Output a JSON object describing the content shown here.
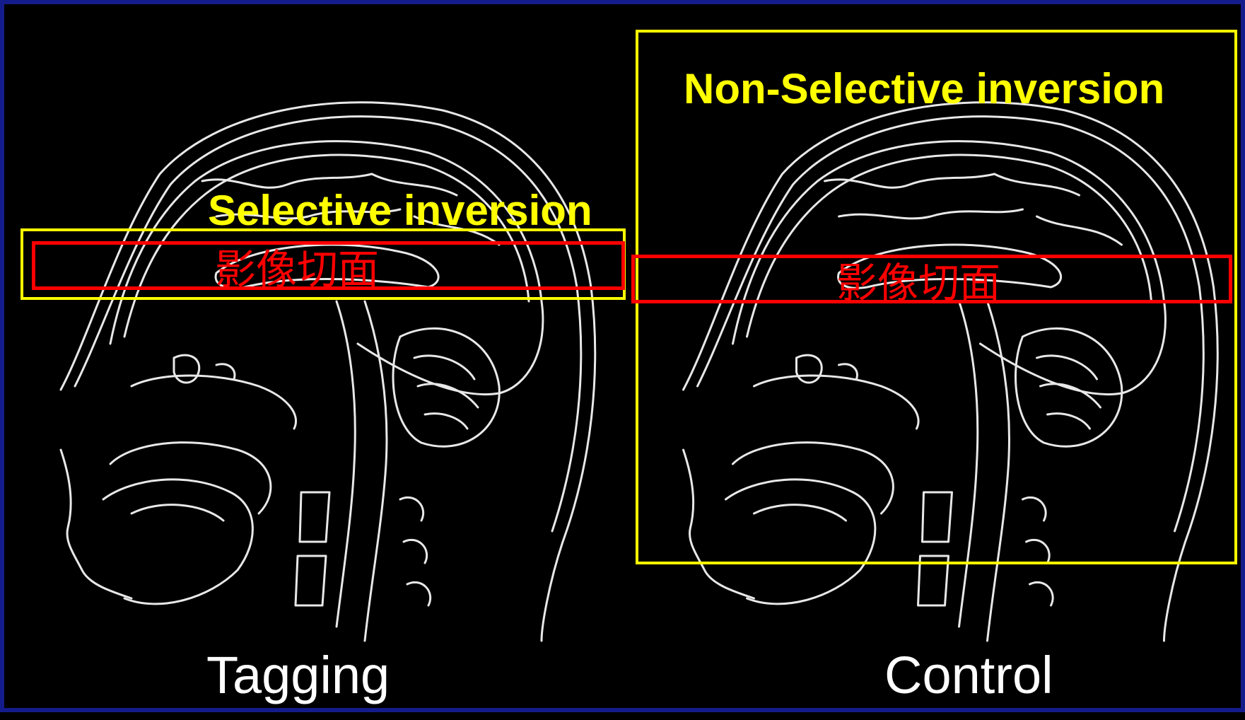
{
  "left_panel": {
    "inversion_label": "Selective inversion",
    "slice_label": "影像切面",
    "caption": "Tagging"
  },
  "right_panel": {
    "inversion_label": "Non-Selective inversion",
    "slice_label": "影像切面",
    "caption": "Control"
  },
  "colors": {
    "background": "#000000",
    "frame": "#141c8c",
    "inversion_box": "#ffff00",
    "slice_box": "#ff0000",
    "drawing": "#ffffff"
  }
}
